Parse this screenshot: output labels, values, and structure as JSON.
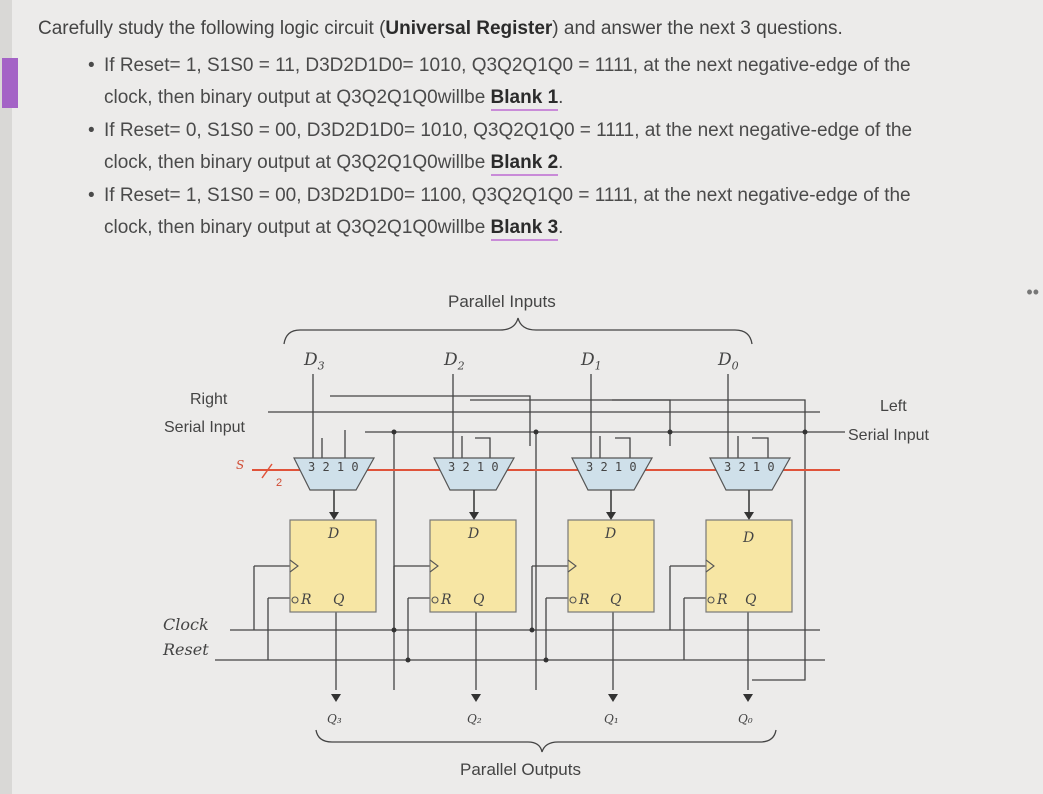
{
  "question": {
    "intro_before": "Carefully study the following logic circuit (",
    "intro_bold": "Universal Register",
    "intro_after": ") and answer the next 3 questions.",
    "items": [
      {
        "line1": "If Reset= 1, S1S0 = 11, D3D2D1D0= 1010, Q3Q2Q1Q0 = 1111, at the next negative-edge of the",
        "line2_before": "clock, then binary output at Q3Q2Q1Q0willbe ",
        "blank": "Blank 1",
        "line2_after": "."
      },
      {
        "line1": "If Reset= 0, S1S0 = 00, D3D2D1D0= 1010, Q3Q2Q1Q0 = 1111, at the next negative-edge of the",
        "line2_before": "clock, then binary output at Q3Q2Q1Q0willbe ",
        "blank": "Blank 2",
        "line2_after": "."
      },
      {
        "line1": "If Reset= 1, S1S0 = 00, D3D2D1D0= 1100, Q3Q2Q1Q0 = 1111, at the next negative-edge of the",
        "line2_before": "clock, then binary output at Q3Q2Q1Q0willbe ",
        "blank": "Blank 3",
        "line2_after": "."
      }
    ]
  },
  "diagram": {
    "parallel_inputs": "Parallel Inputs",
    "parallel_outputs": "Parallel Outputs",
    "right_serial": [
      "Right",
      "Serial Input"
    ],
    "left_serial": [
      "Left",
      "Serial Input"
    ],
    "clock": "Clock",
    "reset": "Reset",
    "select": "S",
    "select_width": "2",
    "mux_label": "3 2 1 0",
    "inputs": [
      "D",
      "D",
      "D",
      "D"
    ],
    "input_subs": [
      "3",
      "2",
      "1",
      "0"
    ],
    "outputs": [
      "Q₃",
      "Q₂",
      "Q₁",
      "Q₀"
    ],
    "ff_d": "D",
    "ff_r": "R",
    "ff_q": "Q"
  },
  "colors": {
    "ff_fill": "#f7e6a4",
    "mux_fill": "#cfe0ea",
    "select_line": "#e0533a",
    "blank_underline": "#c98bd8",
    "accent_tab": "#a463c6"
  }
}
